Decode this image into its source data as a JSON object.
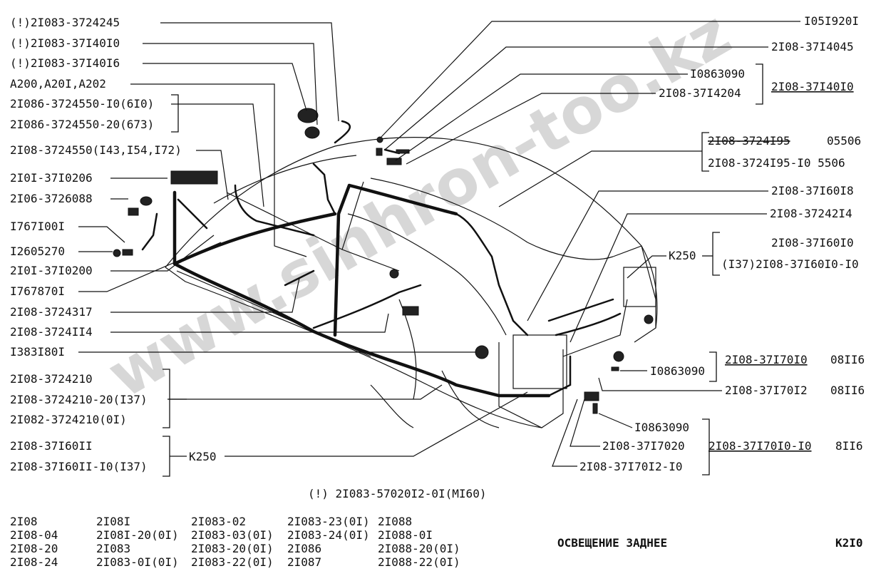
{
  "labels_left": [
    {
      "id": "l1",
      "text": "(!)2I083-3724245"
    },
    {
      "id": "l2",
      "text": "(!)2I083-37I40I0"
    },
    {
      "id": "l3",
      "text": "(!)2I083-37I40I6"
    },
    {
      "id": "l4",
      "text": "A200,A20I,A202"
    },
    {
      "id": "l5",
      "text": "2I086-3724550-I0(6I0)"
    },
    {
      "id": "l6",
      "text": "2I086-3724550-20(673)"
    },
    {
      "id": "l7",
      "text": "2I08-3724550(I43,I54,I72)"
    },
    {
      "id": "l8",
      "text": "2I0I-37I0206"
    },
    {
      "id": "l9",
      "text": "2I06-3726088"
    },
    {
      "id": "l10",
      "text": "I767I00I"
    },
    {
      "id": "l11",
      "text": "I2605270"
    },
    {
      "id": "l12",
      "text": "2I0I-37I0200"
    },
    {
      "id": "l13",
      "text": "I767870I"
    },
    {
      "id": "l14",
      "text": "2I08-3724317"
    },
    {
      "id": "l15",
      "text": "2I08-3724II4"
    },
    {
      "id": "l16",
      "text": "I383I80I"
    },
    {
      "id": "l17",
      "text": "2I08-3724210"
    },
    {
      "id": "l18",
      "text": "2I08-3724210-20(I37)"
    },
    {
      "id": "l19",
      "text": "2I082-3724210(0I)"
    },
    {
      "id": "l20",
      "text": "2I08-37I60II"
    },
    {
      "id": "l21",
      "text": "2I08-37I60II-I0(I37)"
    },
    {
      "id": "l22",
      "text": "K250"
    }
  ],
  "labels_right": [
    {
      "id": "r1",
      "text": "I05I920I"
    },
    {
      "id": "r2",
      "text": "2I08-37I4045"
    },
    {
      "id": "r3",
      "text": "I0863090"
    },
    {
      "id": "r4",
      "text": "2I08-37I4204"
    },
    {
      "id": "r5",
      "text": "2I08-37I40I0"
    },
    {
      "id": "r6",
      "text": "2I08-3724I95"
    },
    {
      "id": "r6b",
      "text": "05506"
    },
    {
      "id": "r7",
      "text": "2I08-3724I95-I0 5506"
    },
    {
      "id": "r8",
      "text": "2I08-37I60I8"
    },
    {
      "id": "r9",
      "text": "2I08-37242I4"
    },
    {
      "id": "r10",
      "text": "2I08-37I60I0"
    },
    {
      "id": "r11",
      "text": "K250"
    },
    {
      "id": "r12",
      "text": "(I37)2I08-37I60I0-I0"
    },
    {
      "id": "r13",
      "text": "2I08-37I70I0"
    },
    {
      "id": "r13b",
      "text": "08II6"
    },
    {
      "id": "r14",
      "text": "I0863090"
    },
    {
      "id": "r15",
      "text": "2I08-37I70I2"
    },
    {
      "id": "r15b",
      "text": "08II6"
    },
    {
      "id": "r16",
      "text": "I0863090"
    },
    {
      "id": "r17",
      "text": "2I08-37I7020"
    },
    {
      "id": "r18",
      "text": "2I08-37I70I0-I0"
    },
    {
      "id": "r18b",
      "text": "8II6"
    },
    {
      "id": "r19",
      "text": "2I08-37I70I2-I0"
    }
  ],
  "bottom_note": "(!) 2I083-57020I2-0I(MI60)",
  "models": [
    [
      "2I08",
      "2I08-04",
      "2I08-20",
      "2I08-24"
    ],
    [
      "2I08I",
      "2I08I-20(0I)",
      "2I083",
      "2I083-0I(0I)"
    ],
    [
      "2I083-02",
      "2I083-03(0I)",
      "2I083-20(0I)",
      "2I083-22(0I)"
    ],
    [
      "2I083-23(0I)",
      "2I083-24(0I)",
      "2I086",
      "2I087"
    ],
    [
      "2I088",
      "2I088-0I",
      "2I088-20(0I)",
      "2I088-22(0I)"
    ]
  ],
  "section_title": "ОСВЕЩЕНИЕ ЗАДНЕЕ",
  "section_code": "K2I0",
  "watermark": "www.sinhron-too.kz"
}
